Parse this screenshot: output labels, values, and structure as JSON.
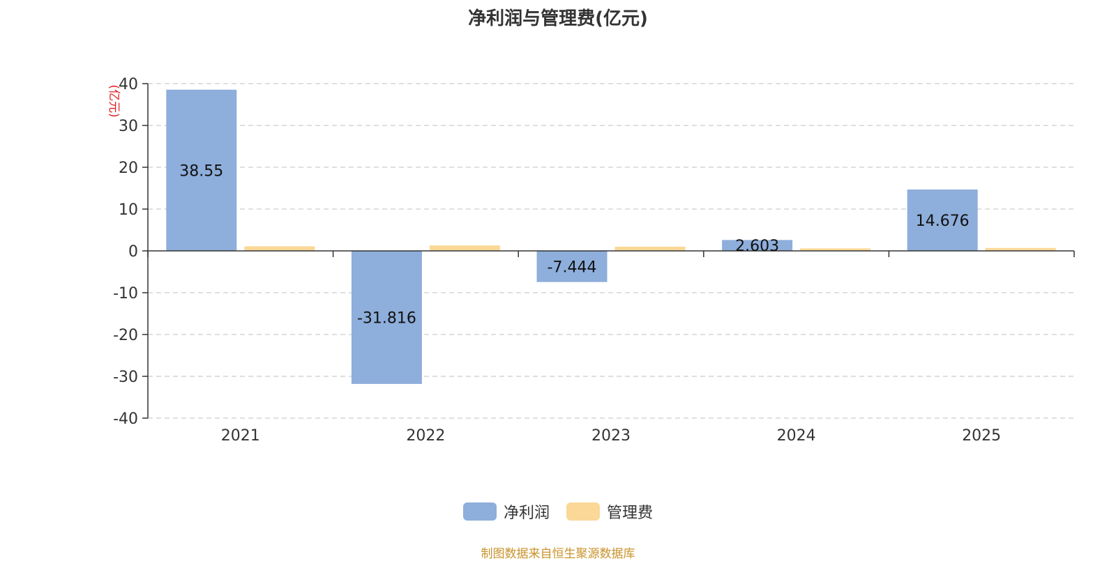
{
  "chart_data": {
    "type": "bar",
    "title": "净利润与管理费(亿元)",
    "ylabel": "(亿元)",
    "categories": [
      "2021",
      "2022",
      "2023",
      "2024",
      "2025"
    ],
    "series": [
      {
        "name": "净利润",
        "values": [
          38.55,
          -31.816,
          -7.444,
          2.603,
          14.676
        ],
        "labels": [
          "38.55",
          "-31.816",
          "-7.444",
          "2.603",
          "14.676"
        ],
        "color": "#8eaedb"
      },
      {
        "name": "管理费",
        "values": [
          1.1,
          1.3,
          1.0,
          0.6,
          0.7
        ],
        "color": "#fbd898"
      }
    ],
    "ylim": [
      -40,
      40
    ],
    "yticks": [
      "40",
      "30",
      "20",
      "10",
      "0",
      "-10",
      "-20",
      "-30",
      "-40"
    ],
    "grid": true,
    "legend_position": "bottom-center"
  },
  "source": "制图数据来自恒生聚源数据库",
  "colors": {
    "ylabel": "#e02020",
    "source": "#c8922a",
    "grid": "#cccccc",
    "axis": "#333333"
  }
}
